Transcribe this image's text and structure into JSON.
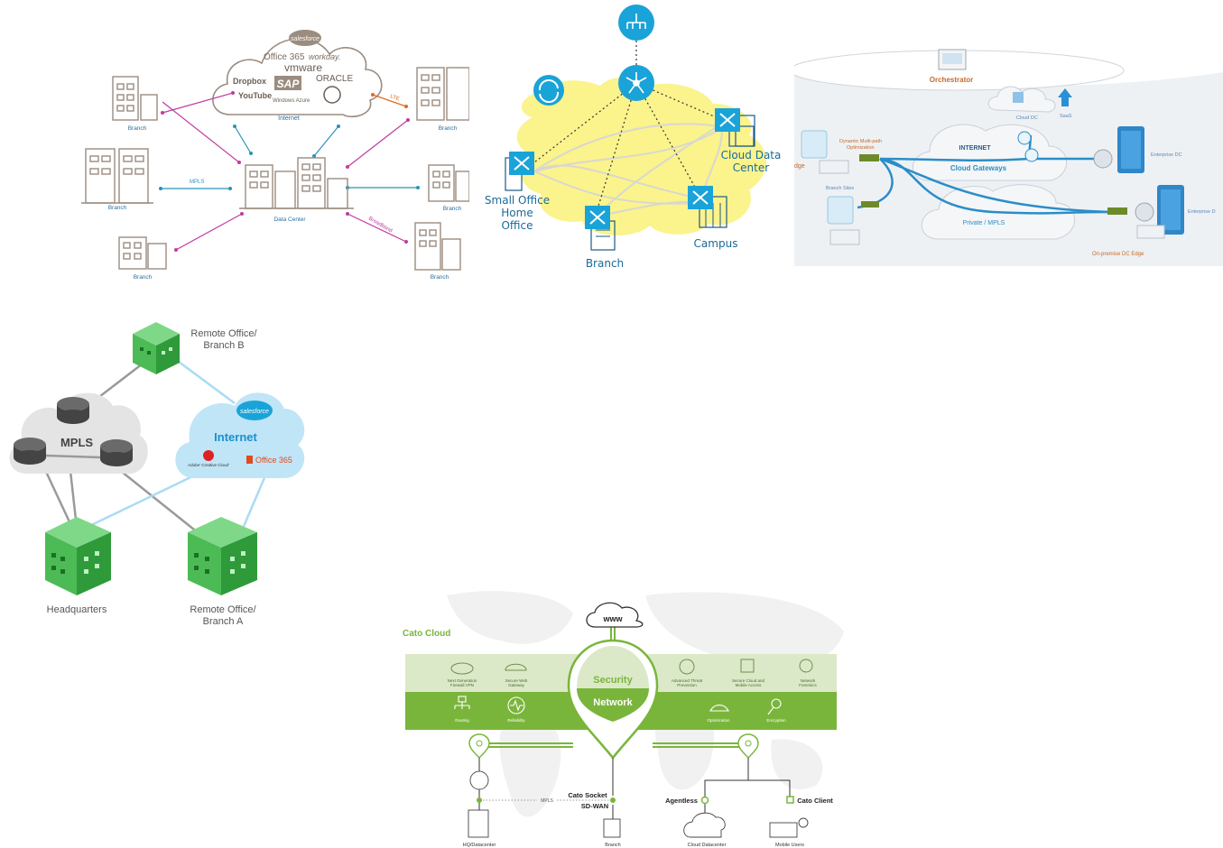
{
  "colors": {
    "building": "#9b8c7f",
    "magenta": "#c03ba0",
    "teal": "#2a93b8",
    "orange": "#e06a1d",
    "cisco_blue": "#1aa3d8",
    "cisco_yellow": "#fbf38c",
    "sdwan_blue": "#2b8dc8",
    "green": "#4cbb55",
    "light_blue": "#a9dcf3",
    "router_gray": "#5c5c5c",
    "cato_green": "#7ab53b",
    "cato_light": "#dbe9c8"
  },
  "panel1": {
    "cloud_label": "Internet",
    "apps": [
      "salesforce",
      "Office 365",
      "workday.",
      "vmware",
      "ORACLE",
      "Dropbox",
      "SAP",
      "YouTube",
      "Windows Azure"
    ],
    "data_center": "Data Center",
    "branch": "Branch",
    "links": {
      "lte": "LTE",
      "mpls": "MPLS",
      "broadband": "Broadband"
    }
  },
  "panel2": {
    "small_office": [
      "Small Office",
      "Home",
      "Office"
    ],
    "branch": "Branch",
    "campus": "Campus",
    "cloud_dc": [
      "Cloud Data",
      "Center"
    ]
  },
  "panel3": {
    "orchestrator": "Orchestrator",
    "cloud_dc": "Cloud DC",
    "saas": "SaaS",
    "internet": "INTERNET",
    "cloud_gateways": "Cloud Gateways",
    "dmpo": [
      "Dynamic Multi-path",
      "Optimization"
    ],
    "edge_fragment": "dge",
    "branch_sites": "Branch Sites",
    "private_mpls": "Private / MPLS",
    "enterprise_dc": "Enterprise DC",
    "enterprise_dc_cut": "Enterprise D",
    "onprem_edge": "On-premise DC Edge"
  },
  "panel4": {
    "remote_b": [
      "Remote Office/",
      "Branch B"
    ],
    "mpls": "MPLS",
    "internet": "Internet",
    "salesforce": "salesforce",
    "adobe": "Adobe' Creative Cloud'",
    "office365": "Office 365",
    "headquarters": "Headquarters",
    "remote_a": [
      "Remote Office/",
      "Branch A"
    ]
  },
  "panel5": {
    "title": "Cato Cloud",
    "www": "www",
    "security": "Security",
    "network": "Network",
    "top_items": [
      "Next Generation Firewall VPN",
      "Secure Web Gateway",
      "Advanced Threat Prevention",
      "Secure Cloud and Mobile Access",
      "Network Forensics"
    ],
    "bottom_items": [
      "Routing",
      "Reliability",
      "Optimization",
      "Encryption"
    ],
    "mpls": "MPLS",
    "cato_socket": "Cato Socket",
    "sdwan": "SD-WAN",
    "agentless": "Agentless",
    "cato_client": "Cato Client",
    "hq": "HQ/Datacenter",
    "branch": "Branch",
    "cloud_dc": "Cloud Datacenter",
    "mobile": "Mobile Users"
  }
}
